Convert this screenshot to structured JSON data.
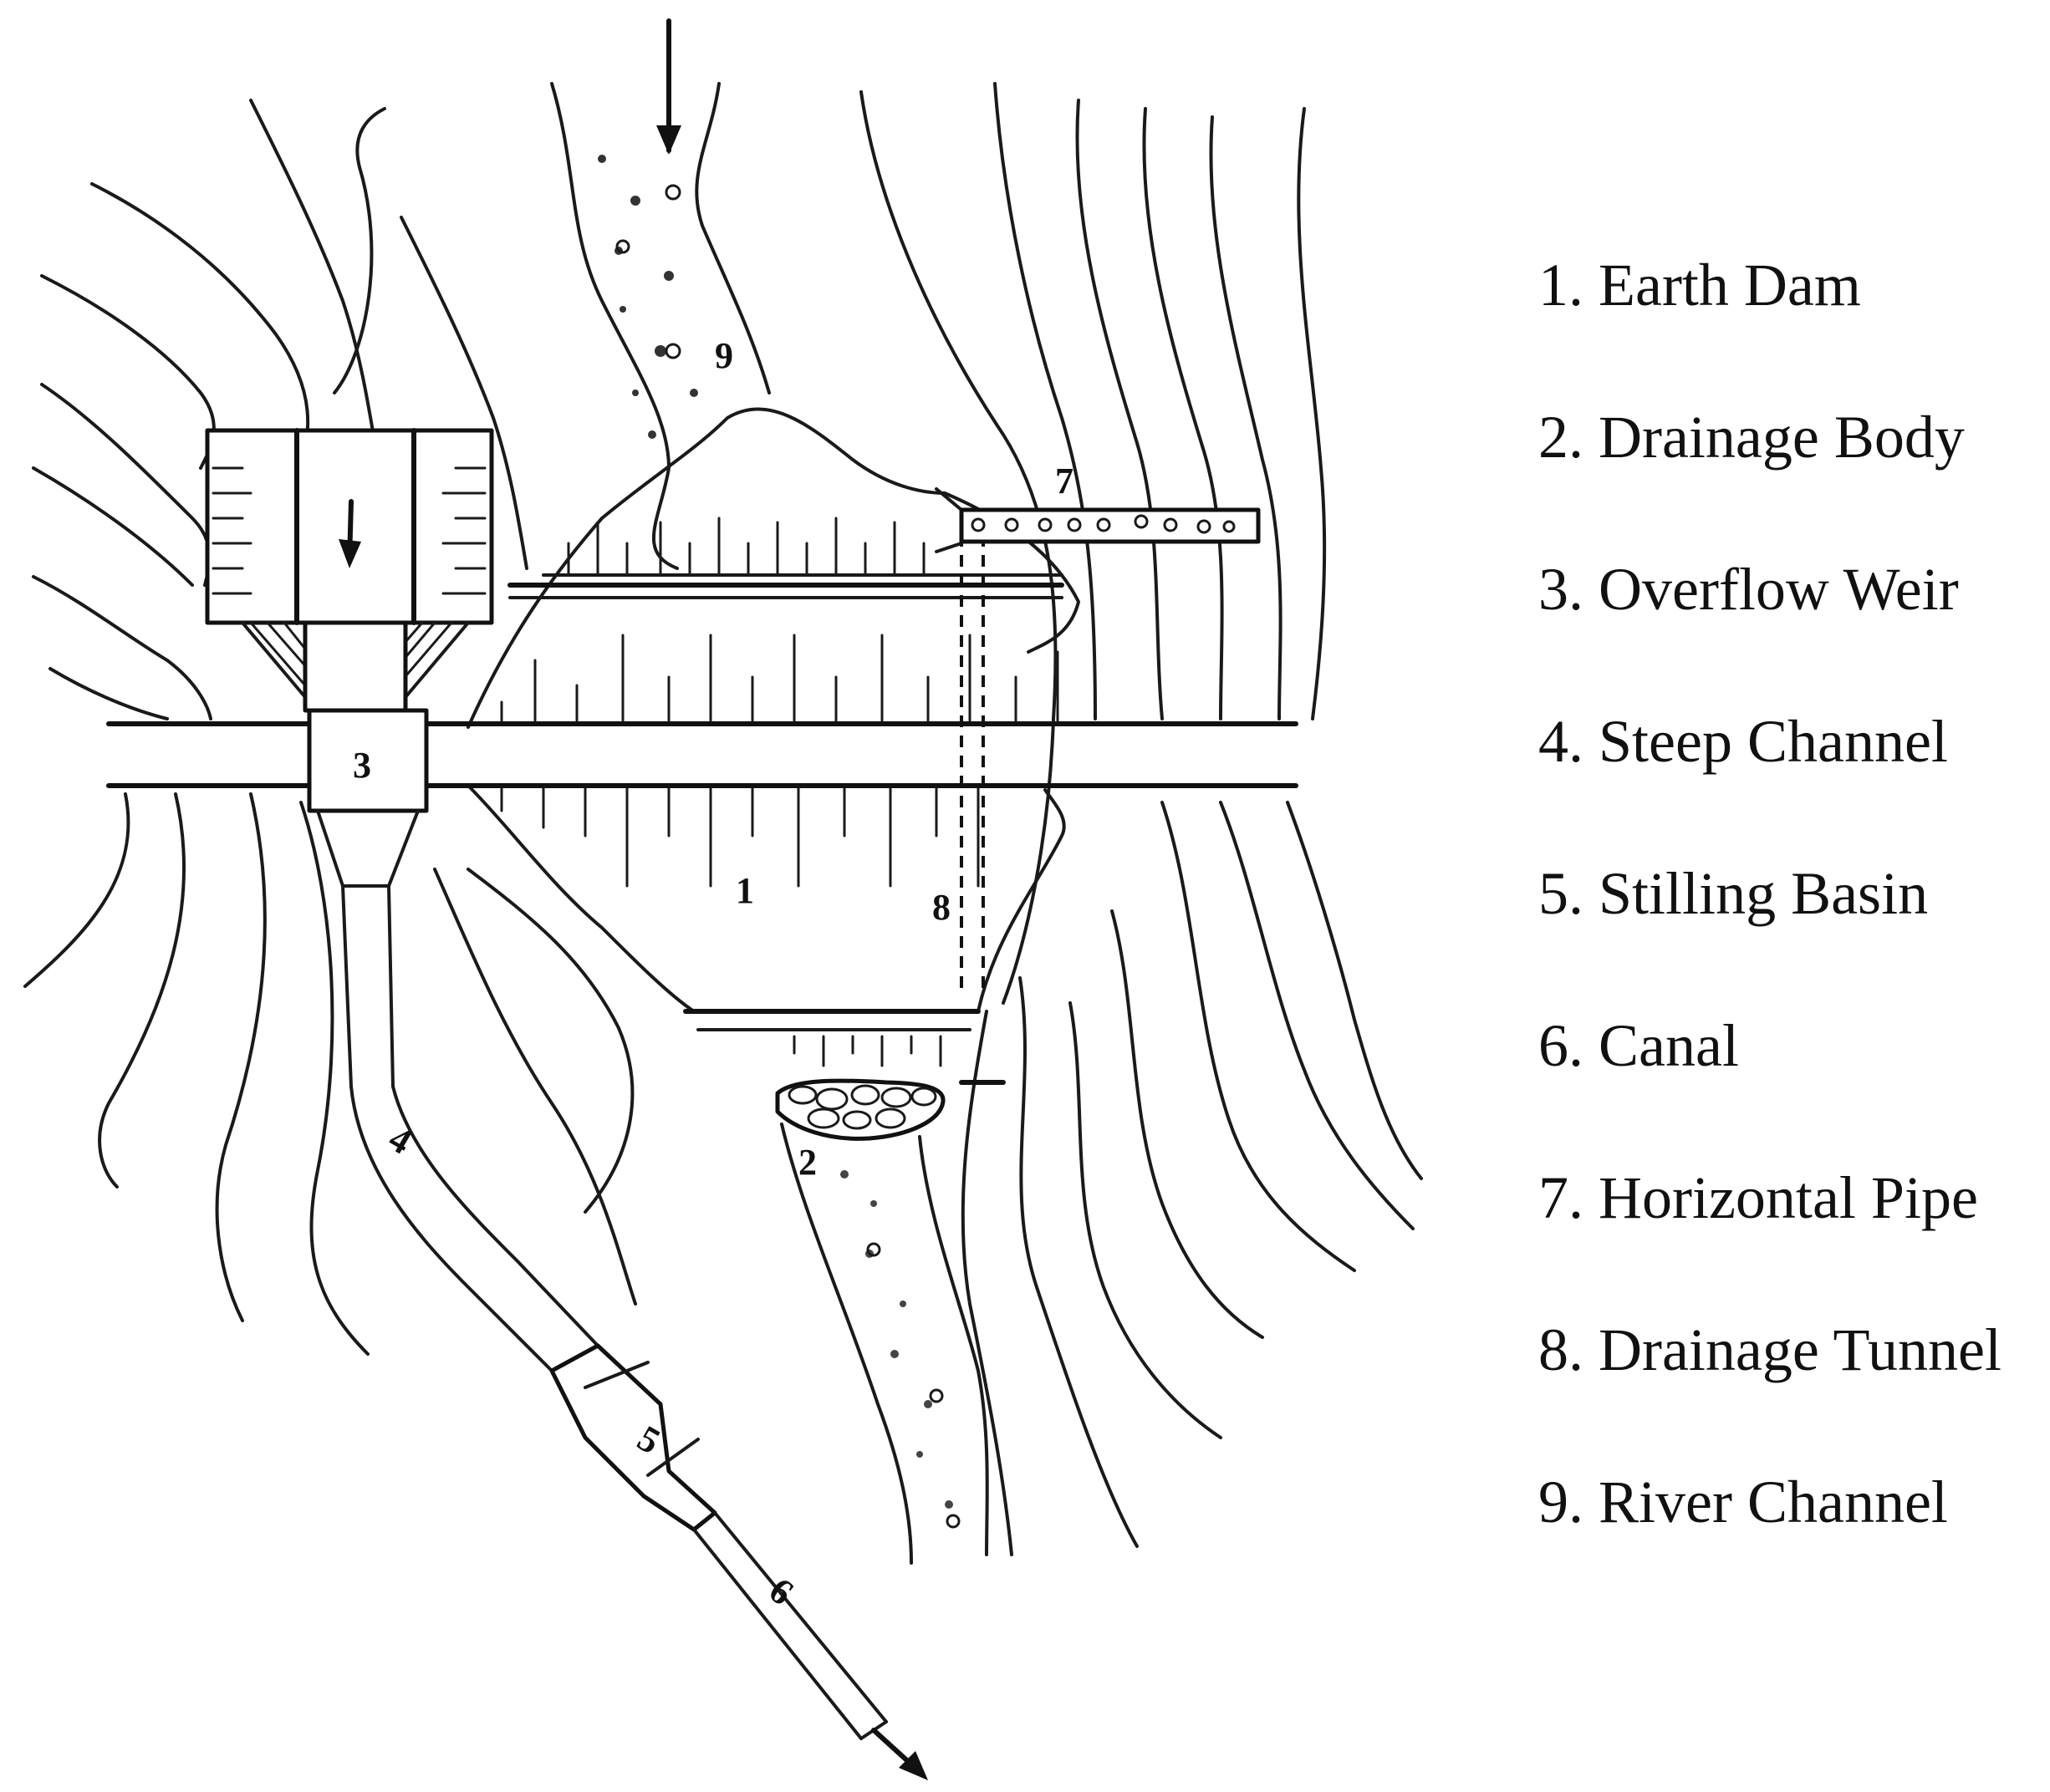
{
  "labels": {
    "dam": "1",
    "drainage_body": "2",
    "overflow_weir": "3",
    "steep_channel": "4",
    "stilling_basin": "5",
    "canal": "6",
    "horizontal_pipe": "7",
    "drainage_tunnel": "8",
    "river_channel": "9"
  },
  "legend": [
    "1. Earth Dam",
    "2. Drainage Body",
    "3. Overflow Weir",
    "4. Steep Channel",
    "5. Stilling Basin",
    "6. Canal",
    "7. Horizontal Pipe",
    "8. Drainage Tunnel",
    "9. River Channel"
  ]
}
